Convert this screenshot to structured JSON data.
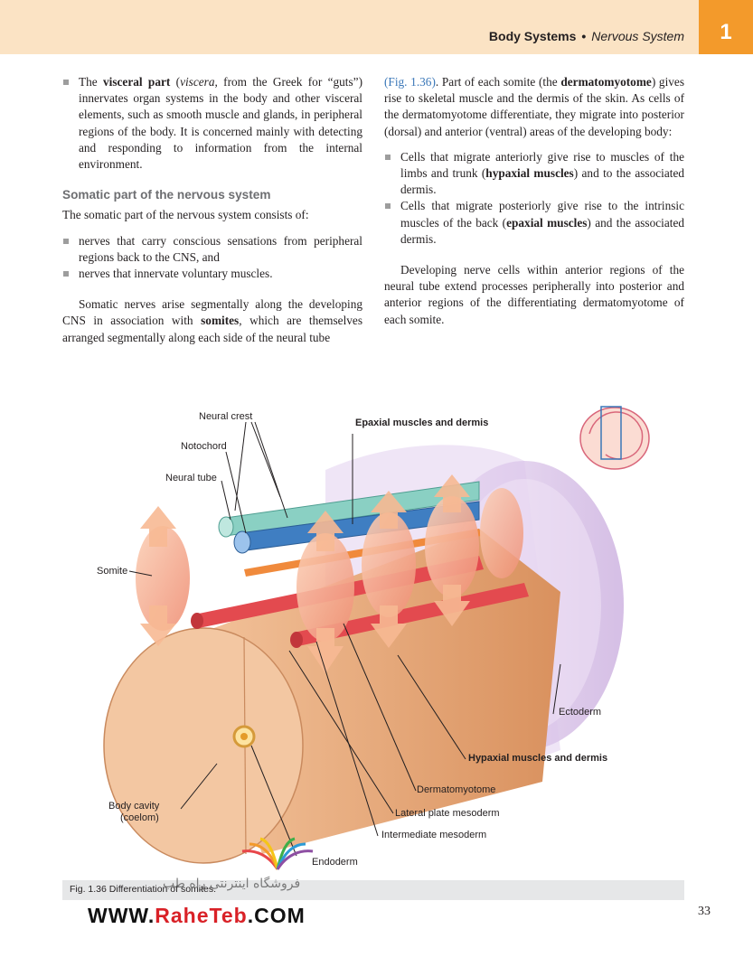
{
  "header": {
    "section": "Body Systems",
    "separator": "•",
    "subsection": "Nervous System",
    "chapter_number": "1",
    "colors": {
      "band": "#fbe3c4",
      "tab": "#f39a2b"
    }
  },
  "left_column": {
    "visceral_bullet": {
      "intro": "The ",
      "term": "visceral part",
      "paren_open": " (",
      "latin": "viscera",
      "rest": ", from the Greek for “guts”) innervates organ systems in the body and other visceral elements, such as smooth muscle and glands, in peripheral regions of the body. It is concerned mainly with detecting and responding to information from the internal environment."
    },
    "somatic_heading": "Somatic part of the nervous system",
    "somatic_intro": "The somatic part of the nervous system consists of:",
    "somatic_bullets": [
      "nerves that carry conscious sensations from peripheral regions back to the CNS, and",
      "nerves that innervate voluntary muscles."
    ],
    "somites_para": {
      "before": "Somatic nerves arise segmentally along the developing CNS in association with ",
      "term": "somites",
      "after": ", which are themselves arranged segmentally along each side of the neural tube"
    }
  },
  "right_column": {
    "para1": {
      "link": "(Fig. 1.36)",
      "before": ". Part of each somite (the ",
      "term": "dermatomyotome",
      "after": ") gives rise to skeletal muscle and the dermis of the skin. As cells of the dermatomyotome differentiate, they migrate into posterior (dorsal) and anterior (ventral) areas of the developing body:"
    },
    "bullets": [
      {
        "before": "Cells that migrate anteriorly give rise to muscles of the limbs and trunk (",
        "term": "hypaxial muscles",
        "after": ") and to the associated dermis."
      },
      {
        "before": "Cells that migrate posteriorly give rise to the intrinsic muscles of the back (",
        "term": "epaxial muscles",
        "after": ") and the associated dermis."
      }
    ],
    "para2": "Developing nerve cells within anterior regions of the neural tube extend processes peripherally into posterior and anterior regions of the differentiating dermatomyotome of each somite."
  },
  "figure": {
    "labels": {
      "neural_crest": "Neural crest",
      "notochord": "Notochord",
      "neural_tube": "Neural tube",
      "somite": "Somite",
      "epaxial": "Epaxial muscles and dermis",
      "ectoderm": "Ectoderm",
      "hypaxial": "Hypaxial muscles and dermis",
      "dermatomyotome": "Dermatomyotome",
      "lateral_plate": "Lateral plate mesoderm",
      "intermediate": "Intermediate mesoderm",
      "endoderm": "Endoderm",
      "body_cavity_1": "Body cavity",
      "body_cavity_2": "(coelom)"
    },
    "colors": {
      "body": "#eeb185",
      "ectoderm": "#c9a5dc",
      "notochord": "#3f7ec2",
      "neural_tube": "#8ad0c3",
      "artery": "#e34a4f",
      "somite": "#f5a68a"
    }
  },
  "caption": "Fig. 1.36 Differentiation of somites.",
  "watermark": {
    "prefix": "WWW.",
    "brand": "RaheTeb",
    "suffix": ".COM",
    "persian": "فروشگاه اینترنتی راه طب"
  },
  "page_number": "33"
}
